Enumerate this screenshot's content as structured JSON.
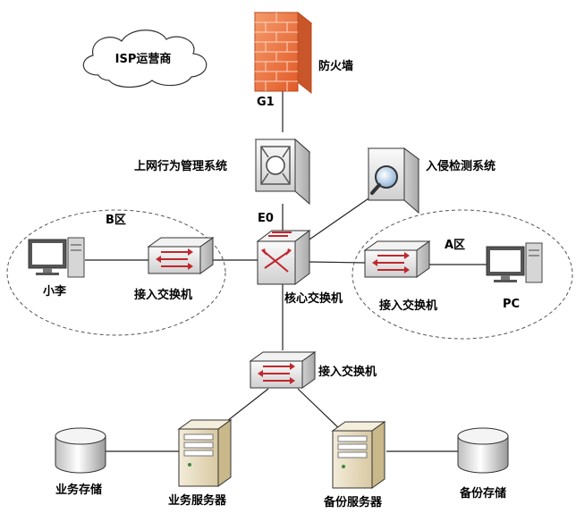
{
  "labels": {
    "isp": "ISP运营商",
    "firewall": "防火墙",
    "port_g1": "G1",
    "behavior_mgmt": "上网行为管理系统",
    "port_e0": "E0",
    "ids": "入侵检测系统",
    "zone_b": "B区",
    "zone_a": "A区",
    "xiaoli": "小李",
    "access_switch_b": "接入交换机",
    "core_switch": "核心交换机",
    "access_switch_a": "接入交换机",
    "pc": "PC",
    "access_switch_bottom": "接入交换机",
    "biz_storage": "业务存储",
    "biz_server": "业务服务器",
    "backup_server": "备份服务器",
    "backup_storage": "备份存储"
  },
  "icons": {
    "cloud": "cloud-icon",
    "firewall": "firewall-icon",
    "behavior_mgmt": "behavior-management-appliance-icon",
    "ids": "magnifier-appliance-icon",
    "switch": "switch-icon",
    "core_switch": "core-switch-icon",
    "workstation": "workstation-icon",
    "server": "server-tower-icon",
    "storage": "storage-cylinder-icon"
  },
  "colors": {
    "switch_arrow": "#c0272d",
    "firewall_brick": "#f0703a",
    "server_body": "#e7dcc0",
    "appliance_gray": "#d9d9d9"
  }
}
